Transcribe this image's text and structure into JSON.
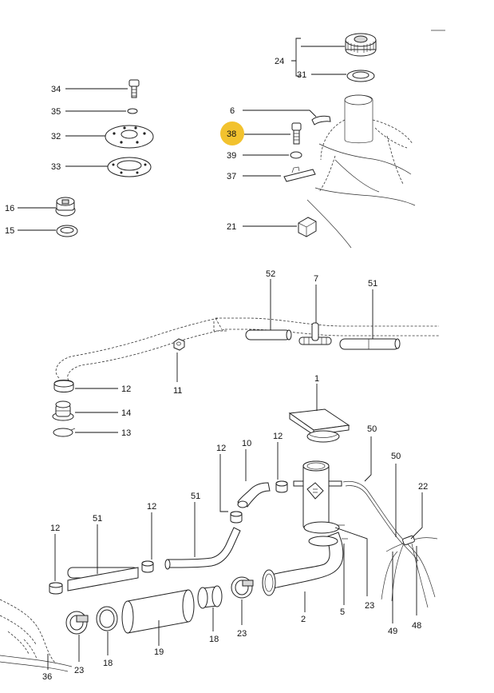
{
  "highlighted_part": "38",
  "highlight_color": "#f2c22e",
  "callouts": {
    "c24": "24",
    "c31": "31",
    "c6": "6",
    "c38": "38",
    "c39": "39",
    "c37": "37",
    "c21": "21",
    "c34": "34",
    "c35": "35",
    "c32": "32",
    "c33": "33",
    "c16": "16",
    "c15": "15",
    "c52": "52",
    "c7": "7",
    "c51a": "51",
    "c11": "11",
    "c12a": "12",
    "c14": "14",
    "c13": "13",
    "c1": "1",
    "c50a": "50",
    "c50b": "50",
    "c22": "22",
    "c10": "10",
    "c12b": "12",
    "c12c": "12",
    "c51b": "51",
    "c12d": "12",
    "c51c": "51",
    "c12e": "12",
    "c23a": "23",
    "c18a": "18",
    "c19": "19",
    "c18b": "18",
    "c23b": "23",
    "c2": "2",
    "c5": "5",
    "c23c": "23",
    "c49": "49",
    "c48": "48",
    "c36": "36"
  }
}
